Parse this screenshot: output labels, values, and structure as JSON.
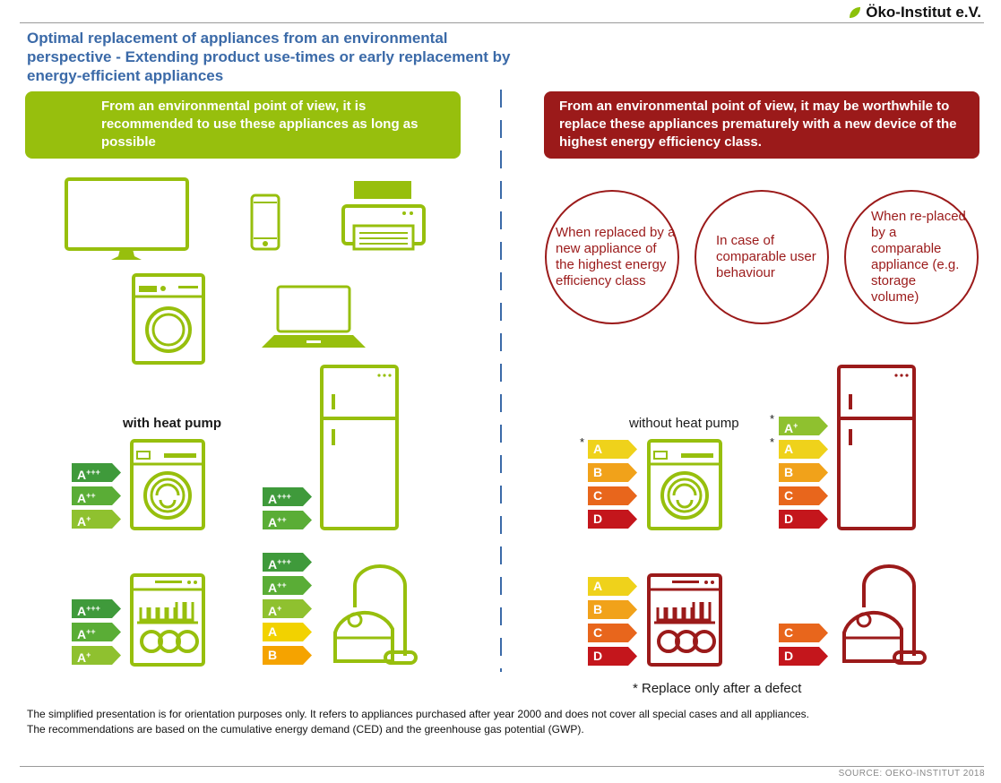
{
  "logo": {
    "text": "Öko-Institut e.V."
  },
  "title": "Optimal replacement of appliances from an environmental perspective - Extending product use-times or early replacement by energy-efficient appliances",
  "left_banner": "From an environmental point of view, it is recommended to use these appliances as long as possible",
  "right_banner": "From an environmental point of view, it may be worthwhile to replace these appliances prematurely with a new device of the highest energy efficiency class.",
  "circles": [
    "When replaced by a new appliance of the highest energy efficiency class",
    "In case of comparable user behaviour",
    "When re-placed by a comparable appliance (e.g. storage volume)"
  ],
  "labels": {
    "with_heat_pump": "with heat pump",
    "without_heat_pump": "without heat pump"
  },
  "left_labels": {
    "dryer": [
      "A+++",
      "A++",
      "A+"
    ],
    "fridge": [
      "A+++",
      "A++"
    ],
    "dishwasher": [
      "A+++",
      "A++",
      "A+"
    ],
    "vacuum": [
      "A+++",
      "A++",
      "A+",
      "A",
      "B"
    ]
  },
  "right_labels": {
    "dryer": [
      "A",
      "B",
      "C",
      "D"
    ],
    "fridge": [
      "A+",
      "A",
      "B",
      "C",
      "D"
    ],
    "dishwasher": [
      "A",
      "B",
      "C",
      "D"
    ],
    "vacuum": [
      "C",
      "D"
    ]
  },
  "star": "*",
  "replace_note": "* Replace only after a defect",
  "footnote": "The simplified presentation is for orientation purposes only. It refers to appliances purchased after year 2000 and does not cover all special cases and all appliances. The recommendations are based on the cumulative energy demand (CED) and the greenhouse gas potential (GWP).",
  "source": "SOURCE: OEKO-INSTITUT 2018",
  "colors": {
    "green": "#97bf0d",
    "red": "#9b1a1a",
    "title_blue": "#3b6aa8"
  },
  "icons": [
    "tv-icon",
    "smartphone-icon",
    "printer-icon",
    "washing-machine-icon",
    "laptop-icon",
    "dryer-icon",
    "fridge-icon",
    "dishwasher-icon",
    "vacuum-icon",
    "leaf-logo-icon"
  ]
}
